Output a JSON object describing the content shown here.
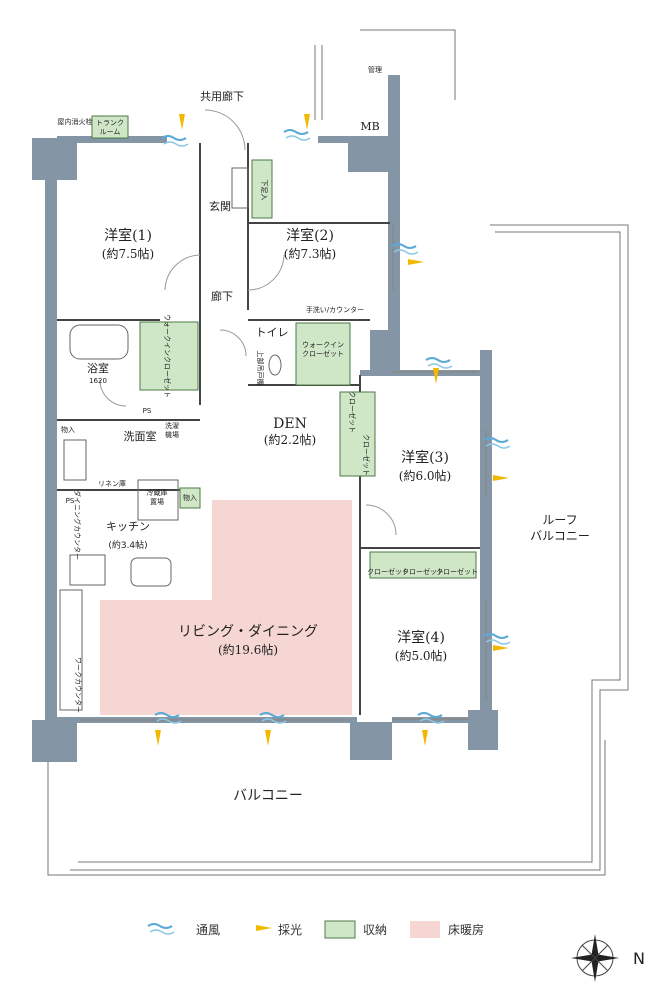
{
  "rooms": {
    "western1": {
      "name": "洋室(1)",
      "size": "(約7.5帖)"
    },
    "western2": {
      "name": "洋室(2)",
      "size": "(約7.3帖)"
    },
    "western3": {
      "name": "洋室(3)",
      "size": "(約6.0帖)"
    },
    "western4": {
      "name": "洋室(4)",
      "size": "(約5.0帖)"
    },
    "den": {
      "name": "DEN",
      "size": "(約2.2帖)"
    },
    "ldk": {
      "name": "リビング・ダイニング",
      "size": "(約19.6帖)"
    },
    "kitchen": {
      "name": "キッチン",
      "size": "(約3.4帖)"
    },
    "bath": {
      "name": "浴室",
      "size": "1620"
    },
    "washroom": {
      "name": "洗面室"
    },
    "toilet": {
      "name": "トイレ"
    },
    "entrance": {
      "name": "玄関"
    },
    "hallway": {
      "name": "廊下"
    }
  },
  "labels": {
    "common_corridor": "共用廊下",
    "balcony": "バルコニー",
    "roof_balcony_1": "ルーフ",
    "roof_balcony_2": "バルコニー",
    "mb": "MB",
    "trunk_room_1": "トランク",
    "trunk_room_2": "ルーム",
    "indoor_fire_hydrant": "屋内消火栓",
    "pipe_space_top": "管理",
    "ps1": "PS",
    "ps2": "PS",
    "shoe_cabinet": "下足入",
    "walkin_closet_1": "ウォークインクローゼット",
    "walkin_closet_2_a": "ウォークイン",
    "walkin_closet_2_b": "クローゼット",
    "hand_wash_counter": "手洗い/カウンター",
    "toilet_shelf": "上部吊戸棚",
    "closet_a": "クローゼット",
    "closet_b": "クローゼット",
    "closet_c": "クローゼット",
    "closet_d": "クローゼット",
    "closet_e": "クローゼット",
    "laundry_1": "洗濯",
    "laundry_2": "機場",
    "storage_wash": "物入",
    "storage_kitchen": "物入",
    "linen": "リネン庫",
    "fridge_1": "冷蔵庫",
    "fridge_2": "置場",
    "dining_counter": "ダイニングカウンター",
    "work_counter": "ワークカウンター",
    "compass_n": "N"
  },
  "legend": [
    {
      "label": "通風",
      "icon": "ventilation-icon"
    },
    {
      "label": "採光",
      "icon": "daylight-icon"
    },
    {
      "label": "収納",
      "icon": "storage-swatch",
      "color": "#cfe6c7"
    },
    {
      "label": "床暖房",
      "icon": "floor-heating-swatch",
      "color": "#f6d6d2"
    }
  ]
}
